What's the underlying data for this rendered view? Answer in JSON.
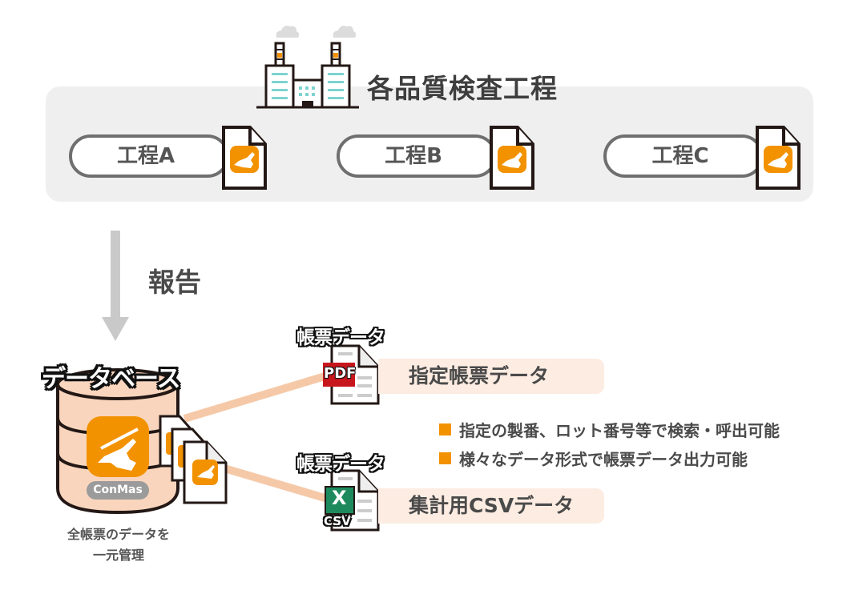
{
  "header": {
    "title": "各品質検査工程",
    "icon": "factory-icon"
  },
  "processes": [
    {
      "label": "工程A",
      "icon": "form-document-icon"
    },
    {
      "label": "工程B",
      "icon": "form-document-icon"
    },
    {
      "label": "工程C",
      "icon": "form-document-icon"
    }
  ],
  "flow": {
    "arrow_icon": "down-arrow-icon",
    "report_label": "報告"
  },
  "database": {
    "title": "データベース",
    "app_badge": "ConMas",
    "caption_line1": "全帳票のデータを",
    "caption_line2": "一元管理"
  },
  "outputs": [
    {
      "tag": "帳票データ",
      "file_badge": "PDF",
      "label": "指定帳票データ",
      "icon": "pdf-file-icon"
    },
    {
      "tag": "帳票データ",
      "file_badge": "CSV",
      "excel_mark": "X",
      "label": "集計用CSVデータ",
      "icon": "excel-csv-file-icon"
    }
  ],
  "features": [
    "指定の製番、ロット番号等で検索・呼出可能",
    "様々なデータ形式で帳票データ出力可能"
  ],
  "colors": {
    "accent_orange": "#f39200",
    "panel_gray": "#efefef",
    "db_fill": "#f9d5bd",
    "band_fill": "#fdece2",
    "connector": "#f5c9a8",
    "pdf_red": "#c8161d",
    "excel_green": "#1d8a5e",
    "teal": "#7dd3d0"
  }
}
